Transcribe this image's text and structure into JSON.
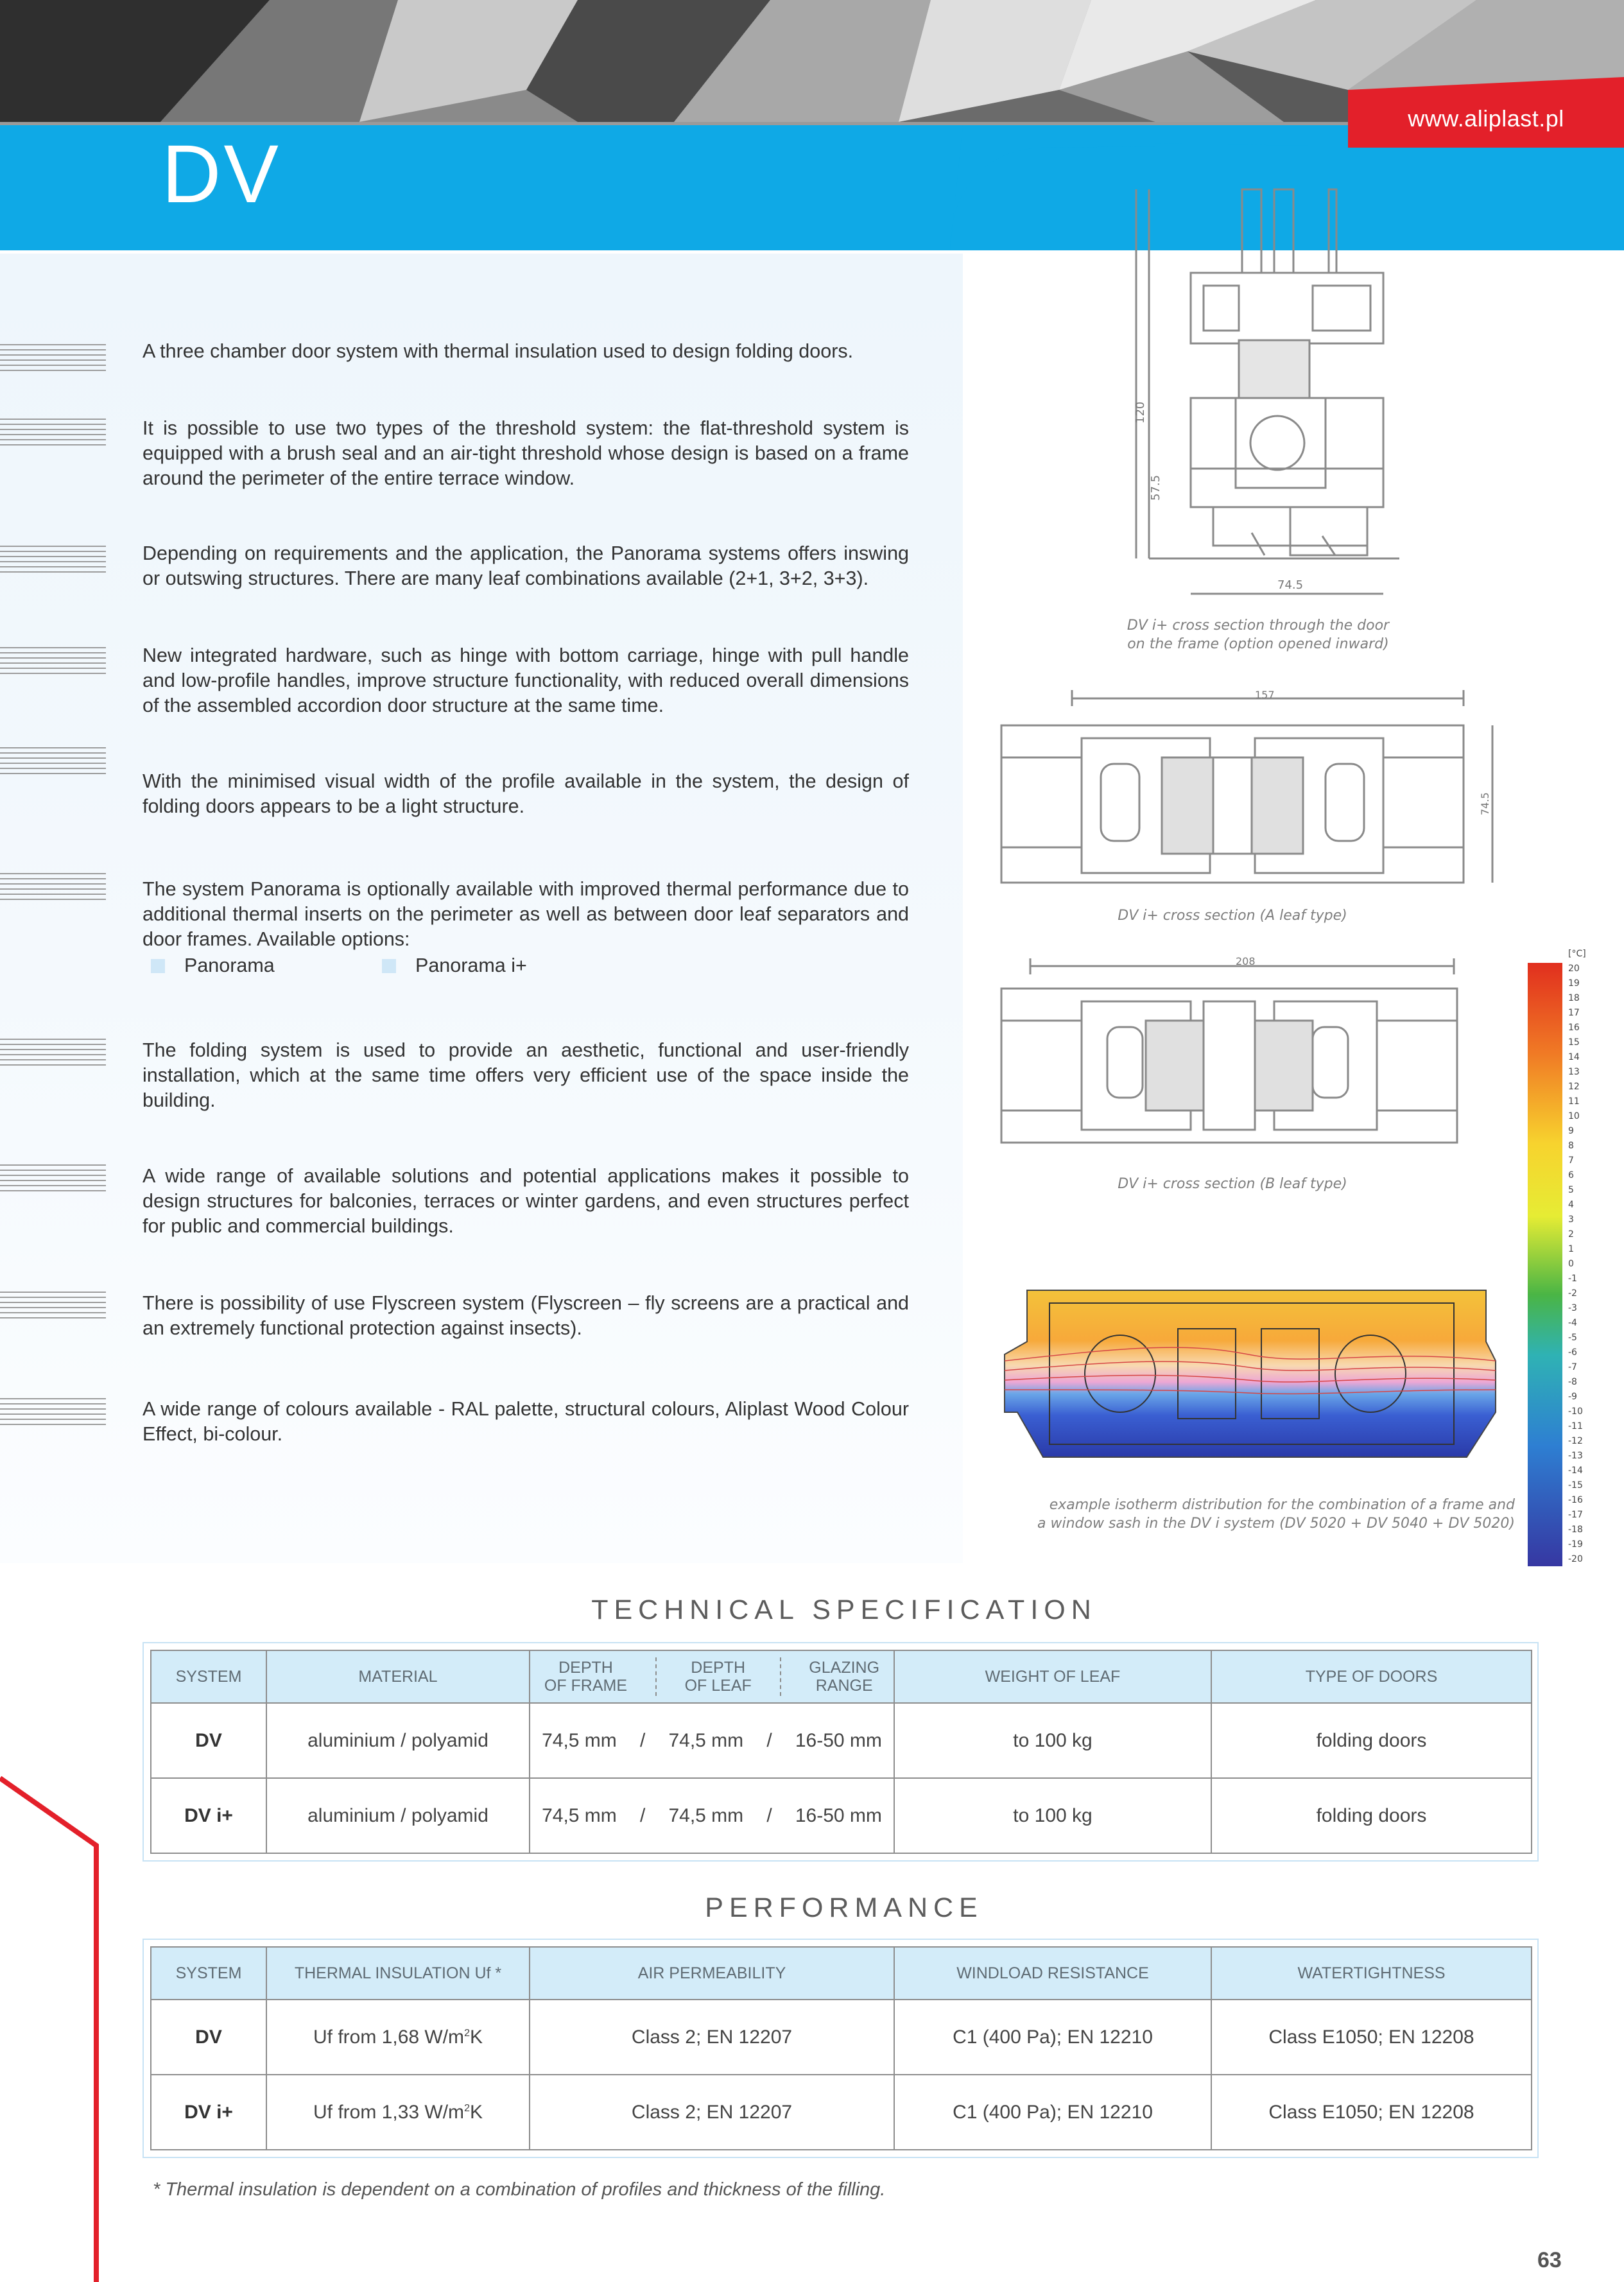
{
  "header": {
    "website": "www.aliplast.pl",
    "title": "DV"
  },
  "description": [
    "A three chamber door system with thermal insulation used to design folding doors.",
    "It is possible to use two types of the threshold system: the flat-threshold system is equipped with a brush seal and an air-tight threshold whose design is based on a frame around the perimeter of the entire terrace window.",
    "Depending on requirements and the application, the Panorama systems offers inswing or outswing structures. There are many leaf combinations available (2+1, 3+2, 3+3).",
    "New integrated hardware, such as hinge with bottom carriage, hinge with pull handle and low-profile handles, improve structure functionality, with reduced overall dimensions of the assembled accordion door structure at the same time.",
    "With the minimised visual width of the profile available in the system, the design of folding doors appears to be a light structure.",
    "The system Panorama is optionally available with improved thermal performance due to additional thermal inserts on the perimeter as well as between door leaf separators and door frames. Available options:",
    "The folding  system is used to provide an aesthetic, functional and user-friendly installation, which at the same time offers very efficient use of the space inside the building.",
    "A wide range of available solutions and potential applications makes it possible to design structures for balconies, terraces or winter gardens, and even structures perfect for public and commercial buildings.",
    "There is possibility of use Flyscreen system (Flyscreen – fly screens are a practical and an extremely functional protection against insects).",
    "A wide range of colours available - RAL palette, structural colours, Aliplast Wood Colour Effect, bi-colour."
  ],
  "options": [
    "Panorama",
    "Panorama i+"
  ],
  "figures": {
    "fig1": {
      "caption": [
        "DV i+ cross section through the door",
        "on the frame (option opened inward)"
      ],
      "dims": [
        "120",
        "57.5",
        "74.5"
      ]
    },
    "fig2": {
      "caption": "DV i+ cross section (A leaf type)",
      "dims": [
        "157",
        "74.5"
      ]
    },
    "fig3": {
      "caption": "DV i+ cross section (B leaf type)",
      "dims": [
        "208"
      ]
    },
    "fig4": {
      "caption": [
        "example isotherm distribution for the combination of a frame and",
        "a window sash in the DV i system (DV 5020 + DV 5040 + DV 5020)"
      ]
    }
  },
  "scale": {
    "unit": "[°C]",
    "labels": [
      "20",
      "19",
      "18",
      "17",
      "16",
      "15",
      "14",
      "13",
      "12",
      "11",
      "10",
      "9",
      "8",
      "7",
      "6",
      "5",
      "4",
      "3",
      "2",
      "1",
      "0",
      "-1",
      "-2",
      "-3",
      "-4",
      "-5",
      "-6",
      "-7",
      "-8",
      "-9",
      "-10",
      "-11",
      "-12",
      "-13",
      "-14",
      "-15",
      "-16",
      "-17",
      "-18",
      "-19",
      "-20"
    ]
  },
  "tech_spec": {
    "heading": "TECHNICAL    SPECIFICATION",
    "headers": {
      "system": "SYSTEM",
      "material": "MATERIAL",
      "depth_frame": [
        "DEPTH",
        "OF FRAME"
      ],
      "depth_leaf": [
        "DEPTH",
        "OF LEAF"
      ],
      "glazing": [
        "GLAZING",
        "RANGE"
      ],
      "weight": "WEIGHT OF LEAF",
      "type": "TYPE OF DOORS"
    },
    "rows": [
      {
        "system": "DV",
        "material": "aluminium / polyamid",
        "frame": "74,5 mm",
        "leaf": "74,5 mm",
        "glazing": "16-50 mm",
        "weight": "to 100 kg",
        "type": "folding doors"
      },
      {
        "system": "DV i+",
        "material": "aluminium / polyamid",
        "frame": "74,5 mm",
        "leaf": "74,5 mm",
        "glazing": "16-50 mm",
        "weight": "to 100 kg",
        "type": "folding doors"
      }
    ],
    "separator": "/"
  },
  "performance": {
    "heading": "PERFORMANCE",
    "headers": [
      "SYSTEM",
      "THERMAL INSULATION Uf *",
      "AIR PERMEABILITY",
      "WINDLOAD RESISTANCE",
      "WATERTIGHTNESS"
    ],
    "rows": [
      {
        "system": "DV",
        "uf": "Uf from 1,68 W/m",
        "uf_unit": "K",
        "sup": "2",
        "air": "Class 2; EN 12207",
        "wind": "C1 (400 Pa); EN 12210",
        "water": "Class E1050; EN 12208"
      },
      {
        "system": "DV i+",
        "uf": "Uf from 1,33 W/m",
        "uf_unit": "K",
        "sup": "2",
        "air": "Class 2; EN 12207",
        "wind": "C1 (400 Pa); EN 12210",
        "water": "Class E1050; EN 12208"
      }
    ]
  },
  "footnote": "* Thermal insulation is dependent on a combination of profiles and thickness of the filling.",
  "page_number": "63",
  "colors": {
    "accent_blue": "#0fa9e6",
    "accent_red": "#e3202a"
  }
}
